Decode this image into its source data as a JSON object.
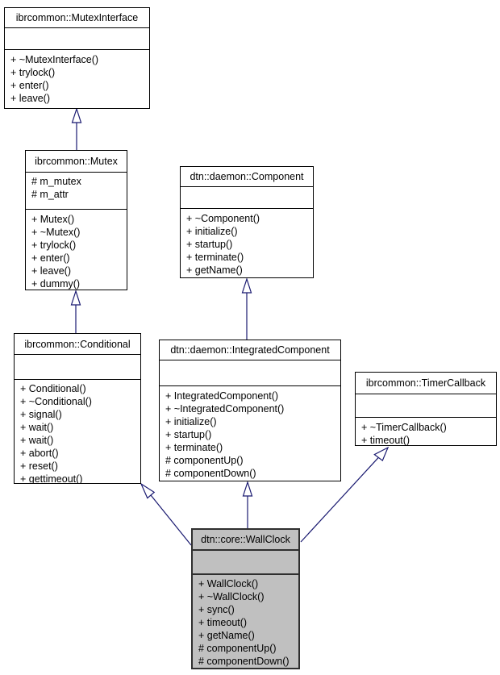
{
  "diagram": {
    "kind": "uml-class-inheritance-diagram",
    "colors": {
      "background": "#ffffff",
      "box_fill": "#ffffff",
      "box_border": "#000000",
      "highlight_fill": "#c0c0c0",
      "arrow": "#191970",
      "text": "#000000"
    },
    "classes": [
      {
        "name": "ibrcommon::MutexInterface",
        "attributes": [],
        "methods": [
          "+ ~MutexInterface()",
          "+ trylock()",
          "+ enter()",
          "+ leave()"
        ],
        "highlighted": false
      },
      {
        "name": "ibrcommon::Mutex",
        "attributes": [
          "# m_mutex",
          "# m_attr"
        ],
        "methods": [
          "+ Mutex()",
          "+ ~Mutex()",
          "+ trylock()",
          "+ enter()",
          "+ leave()",
          "+ dummy()"
        ],
        "highlighted": false
      },
      {
        "name": "dtn::daemon::Component",
        "attributes": [],
        "methods": [
          "+ ~Component()",
          "+ initialize()",
          "+ startup()",
          "+ terminate()",
          "+ getName()"
        ],
        "highlighted": false
      },
      {
        "name": "ibrcommon::Conditional",
        "attributes": [],
        "methods": [
          "+ Conditional()",
          "+ ~Conditional()",
          "+ signal()",
          "+ wait()",
          "+ wait()",
          "+ abort()",
          "+ reset()",
          "+ gettimeout()"
        ],
        "highlighted": false
      },
      {
        "name": "dtn::daemon::IntegratedComponent",
        "attributes": [],
        "methods": [
          "+ IntegratedComponent()",
          "+ ~IntegratedComponent()",
          "+ initialize()",
          "+ startup()",
          "+ terminate()",
          "# componentUp()",
          "# componentDown()"
        ],
        "highlighted": false
      },
      {
        "name": "ibrcommon::TimerCallback",
        "attributes": [],
        "methods": [
          "+ ~TimerCallback()",
          "+ timeout()"
        ],
        "highlighted": false
      },
      {
        "name": "dtn::core::WallClock",
        "attributes": [],
        "methods": [
          "+ WallClock()",
          "+ ~WallClock()",
          "+ sync()",
          "+ timeout()",
          "+ getName()",
          "# componentUp()",
          "# componentDown()"
        ],
        "highlighted": true
      }
    ],
    "edges": [
      {
        "from": "ibrcommon::Mutex",
        "to": "ibrcommon::MutexInterface",
        "type": "inheritance"
      },
      {
        "from": "ibrcommon::Conditional",
        "to": "ibrcommon::Mutex",
        "type": "inheritance"
      },
      {
        "from": "dtn::daemon::IntegratedComponent",
        "to": "dtn::daemon::Component",
        "type": "inheritance"
      },
      {
        "from": "dtn::core::WallClock",
        "to": "ibrcommon::Conditional",
        "type": "inheritance"
      },
      {
        "from": "dtn::core::WallClock",
        "to": "dtn::daemon::IntegratedComponent",
        "type": "inheritance"
      },
      {
        "from": "dtn::core::WallClock",
        "to": "ibrcommon::TimerCallback",
        "type": "inheritance"
      }
    ]
  }
}
